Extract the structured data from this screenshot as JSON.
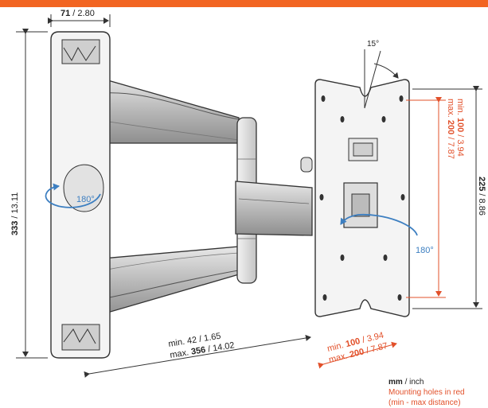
{
  "colors": {
    "top_bar": "#f26522",
    "dimension_red": "#e2502a",
    "rotate_arrow": "#3d7fc1",
    "line": "#333333",
    "metal": "#c9c9c9"
  },
  "dims": {
    "depth": {
      "bold": "71",
      "rest": " / 2.80"
    },
    "wall_height": {
      "bold": "333",
      "rest": " / 13.11"
    },
    "plate_height": {
      "bold": "225",
      "rest": " / 8.86"
    },
    "tilt_angle": "15°",
    "wall_rotate": "180°",
    "plate_rotate": "180°",
    "extension_min": "min. 42 / 1.65",
    "extension_max": {
      "prefix": "max. ",
      "bold": "356",
      "rest": " / 14.02"
    }
  },
  "vesa_vertical": {
    "min": {
      "prefix": "min. ",
      "bold": "100",
      "rest": " / 3.94"
    },
    "max": {
      "prefix": "max. ",
      "bold": "200",
      "rest": " / 7.87"
    }
  },
  "vesa_horizontal": {
    "min": {
      "prefix": "min. ",
      "bold": "100",
      "rest": " / 3.94"
    },
    "max": {
      "prefix": "max. ",
      "bold": "200",
      "rest": " / 7.87"
    }
  },
  "legend": {
    "units": {
      "bold": "mm",
      "rest": " / inch"
    },
    "note_line1": "Mounting holes in red",
    "note_line2": "(min - max distance)"
  }
}
